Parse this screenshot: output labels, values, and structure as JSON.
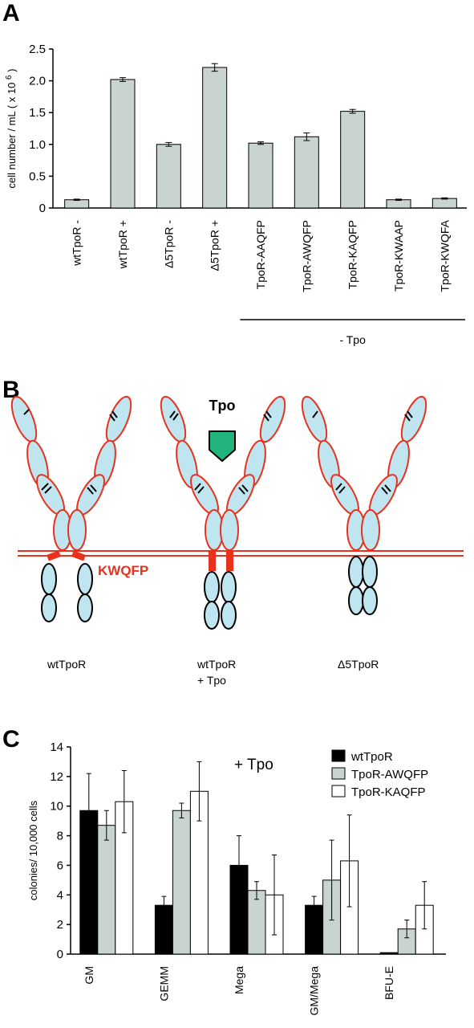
{
  "panels": {
    "a": "A",
    "b": "B",
    "c": "C"
  },
  "chart_data": [
    {
      "type": "bar",
      "ylabel": "cell number / mL  ( x 10",
      "ylabel_exp": "6",
      "ylabel_end": ")",
      "ylim": [
        0,
        2.5
      ],
      "yticks": [
        "0",
        "0.5",
        "1.0",
        "1.5",
        "2.0",
        "2.5"
      ],
      "categories": [
        "wtTpoR -",
        "wtTpoR +",
        "Δ5TpoR -",
        "Δ5TpoR +",
        "TpoR-AAQFP",
        "TpoR-AWQFP",
        "TpoR-KAQFP",
        "TpoR-KWAAP",
        "TpoR-KWQFA"
      ],
      "values": [
        0.13,
        2.02,
        1.0,
        2.21,
        1.02,
        1.12,
        1.52,
        0.13,
        0.15
      ],
      "errors": [
        0.01,
        0.03,
        0.03,
        0.06,
        0.02,
        0.06,
        0.03,
        0.01,
        0.01
      ],
      "bar_color": "#c9d3d0",
      "bracket_label": "- Tpo"
    },
    {
      "type": "bar",
      "ylabel": "colonies/ 10,000 cells",
      "ylim": [
        0,
        14
      ],
      "yticks": [
        "0",
        "2",
        "4",
        "6",
        "8",
        "10",
        "12",
        "14"
      ],
      "categories": [
        "GM",
        "GEMM",
        "Mega",
        "GM/Mega",
        "BFU-E"
      ],
      "annotation": "+ Tpo",
      "series": [
        {
          "name": "wtTpoR",
          "color": "#000000",
          "values": [
            9.7,
            3.3,
            6.0,
            3.3,
            0.1
          ],
          "errors": [
            2.5,
            0.6,
            2.0,
            0.6,
            0.0
          ]
        },
        {
          "name": "TpoR-AWQFP",
          "color": "#c9d3d0",
          "values": [
            8.7,
            9.7,
            4.3,
            5.0,
            1.7
          ],
          "errors": [
            1.0,
            0.5,
            0.6,
            2.7,
            0.6
          ]
        },
        {
          "name": "TpoR-KAQFP",
          "color": "#ffffff",
          "values": [
            10.3,
            11.0,
            4.0,
            6.3,
            3.3
          ],
          "errors": [
            2.1,
            2.0,
            2.7,
            3.1,
            1.6
          ]
        }
      ]
    }
  ],
  "diagram": {
    "tpo_label": "Tpo",
    "motif_label": "KWQFP",
    "receptors": [
      "wtTpoR",
      "wtTpoR\n+ Tpo",
      "Δ5TpoR"
    ],
    "colors": {
      "membrane": "#e8321e",
      "domain_fill": "#bfe6f0",
      "domain_edge": "#e8321e",
      "tpo": "#21b47c",
      "box": "#e8321e"
    }
  }
}
